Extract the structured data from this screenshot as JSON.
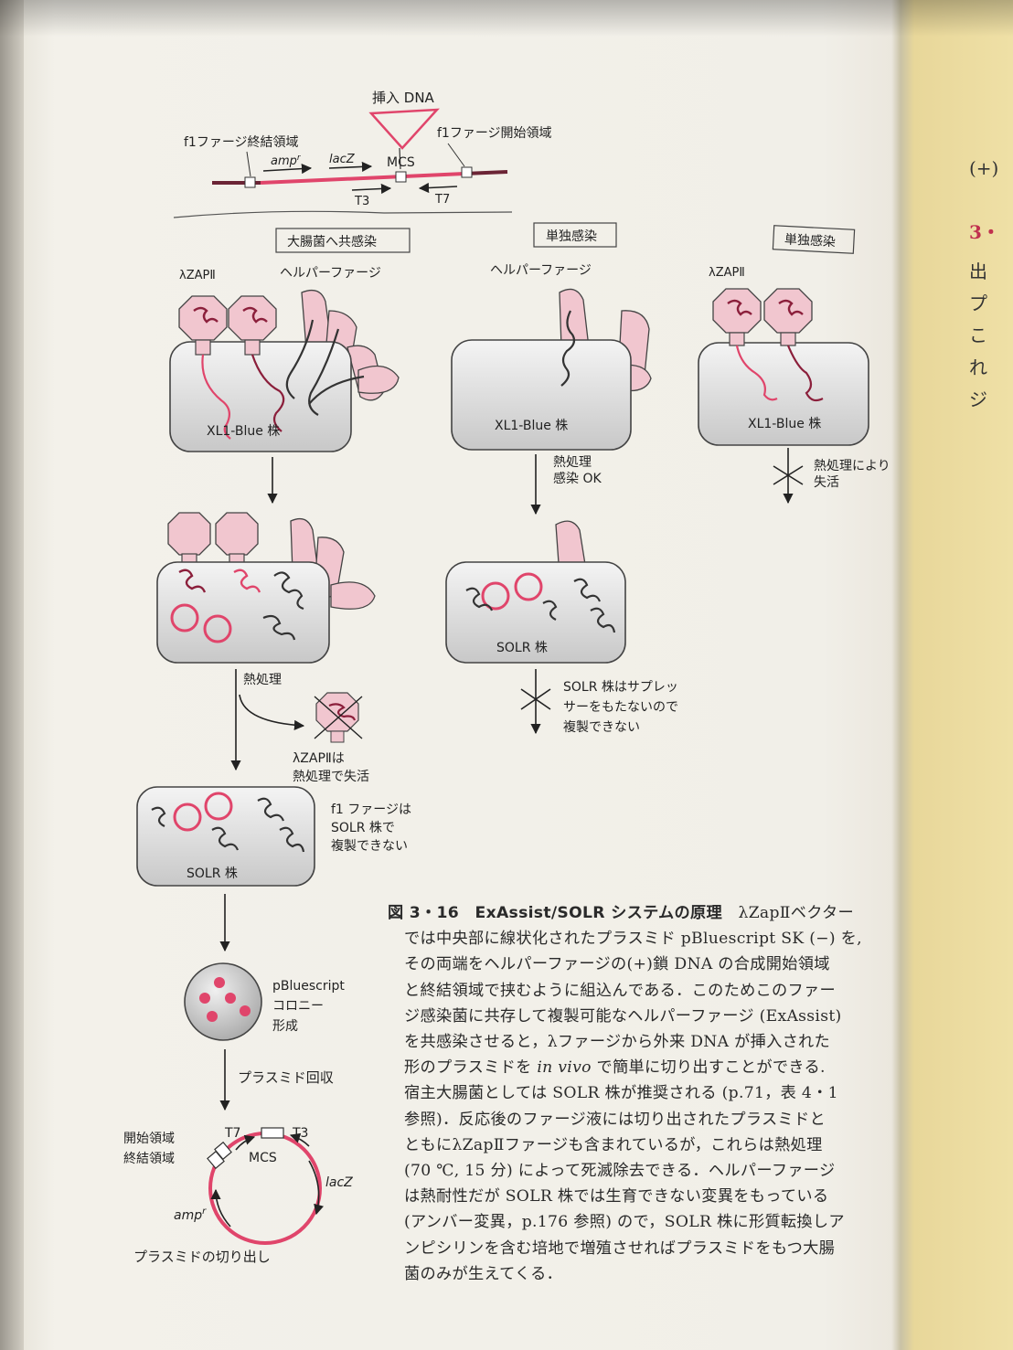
{
  "map": {
    "insert_dna": "挿入 DNA",
    "f1_terminator": "f1ファージ終結領域",
    "f1_origin": "f1ファージ開始領域",
    "amp": "amp",
    "amp_sup": "r",
    "lacz": "lacZ",
    "mcs": "MCS",
    "t3": "T3",
    "t7": "T7"
  },
  "columns": {
    "left_box": "大腸菌へ共感染",
    "middle_box": "単独感染",
    "right_box": "単独感染",
    "lambda_zap": "λZAPⅡ",
    "helper_phage": "ヘルパーファージ"
  },
  "cells": {
    "xl1_blue": "XL1-Blue 株",
    "solr": "SOLR 株"
  },
  "steps": {
    "heat_treatment": "熱処理",
    "heat_infect_ok_1": "熱処理",
    "heat_infect_ok_2": "感染 OK",
    "heat_inactivate_1": "熱処理により",
    "heat_inactivate_2": "失活",
    "solr_note_1": "SOLR 株はサプレッ",
    "solr_note_2": "サーをもたないので",
    "solr_note_3": "複製できない",
    "lambda_heat_1": "λZAPⅡは",
    "lambda_heat_2": "熱処理で失活",
    "f1_note_1": "f1 ファージは",
    "f1_note_2": "SOLR 株で",
    "f1_note_3": "複製できない",
    "colony_1": "pBluescript",
    "colony_2": "コロニー",
    "colony_3": "形成",
    "plasmid_recovery": "プラスミド回収"
  },
  "plasmid": {
    "origin": "開始領域",
    "terminator": "終結領域",
    "t7": "T7",
    "t3": "T3",
    "mcs": "MCS",
    "lacz": "lacZ",
    "amp": "amp",
    "amp_sup": "r",
    "title": "プラスミドの切り出し"
  },
  "caption": {
    "label": "図 3・16　ExAssist/SOLR システムの原理",
    "l1_tail": "λZapⅡベクター",
    "l2": "では中央部に線状化されたプラスミド pBluescript SK (−) を,",
    "l3": "その両端をヘルパーファージの(+)鎖 DNA の合成開始領域",
    "l4": "と終結領域で挟むように組込んである．このためこのファー",
    "l5": "ジ感染菌に共存して複製可能なヘルパーファージ (ExAssist)",
    "l6": "を共感染させると，λファージから外来 DNA が挿入された",
    "l7a": "形のプラスミドを ",
    "l7_italic": "in vivo",
    "l7b": " で簡単に切り出すことができる.",
    "l8": "宿主大腸菌としては SOLR 株が推奨される (p.71，表 4・1",
    "l9": "参照)．反応後のファージ液には切り出されたプラスミドと",
    "l10": "ともにλZapⅡファージも含まれているが，これらは熱処理",
    "l11": "(70 ℃, 15 分) によって死滅除去できる．ヘルパーファージ",
    "l12": "は熱耐性だが SOLR 株では生育できない変異をもっている",
    "l13": "(アンバー変異，p.176 参照) ので，SOLR 株に形質転換しア",
    "l14": "ンピシリンを含む培地で増殖させればプラスミドをもつ大腸",
    "l15": "菌のみが生えてくる．"
  },
  "right_page": {
    "t1": "(+)",
    "t2": "3・",
    "t3": "出",
    "t4": "プ",
    "t5": "こ",
    "t6": "れ",
    "t7": "ジ"
  }
}
